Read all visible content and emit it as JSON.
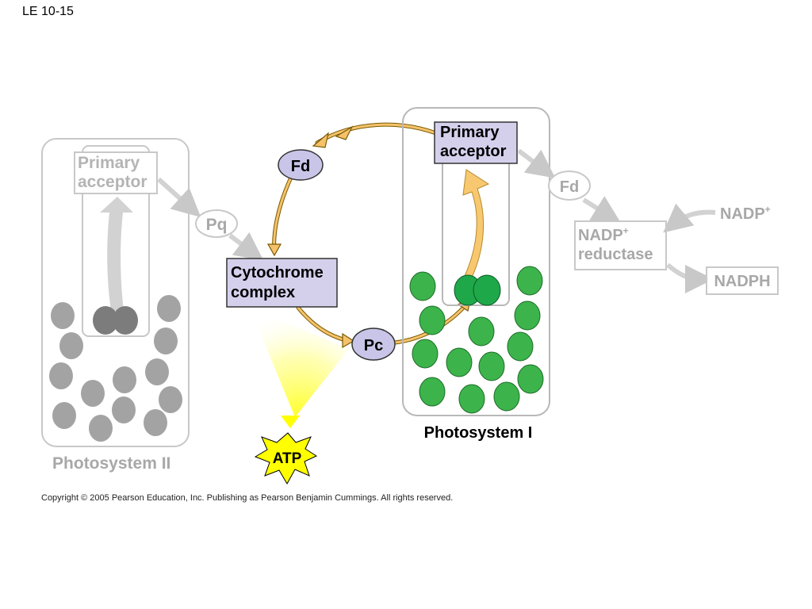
{
  "slide_label": "LE 10-15",
  "copyright": "Copyright ©  2005 Pearson Education, Inc. Publishing as Pearson Benjamin Cummings. All rights reserved.",
  "photosystem_ii": {
    "title": "Photosystem II",
    "primary_acceptor": [
      "Primary",
      "acceptor"
    ],
    "pq": "Pq"
  },
  "cyclic": {
    "fd": "Fd",
    "cytochrome_complex": [
      "Cytochrome",
      "complex"
    ],
    "pc": "Pc",
    "atp": "ATP"
  },
  "photosystem_i": {
    "title": "Photosystem I",
    "primary_acceptor": [
      "Primary",
      "acceptor"
    ]
  },
  "noncyclic": {
    "fd": "Fd",
    "nadp_plus": "NADP",
    "nadp_plus_sup": "+",
    "nadp_reductase": [
      "NADP",
      "reductase"
    ],
    "nadp_reductase_sup": "+",
    "nadph": "NADPH"
  },
  "colors": {
    "faded_gray": "#c8c8c8",
    "dark_gray": "#808080",
    "green": "#3cb44b",
    "dark_green": "#009a44",
    "box_fill": "#d4d0ec",
    "oval_fill": "#c9c5e8",
    "arrow_orange": "#f5c26b",
    "atp_yellow": "#ffff00"
  }
}
